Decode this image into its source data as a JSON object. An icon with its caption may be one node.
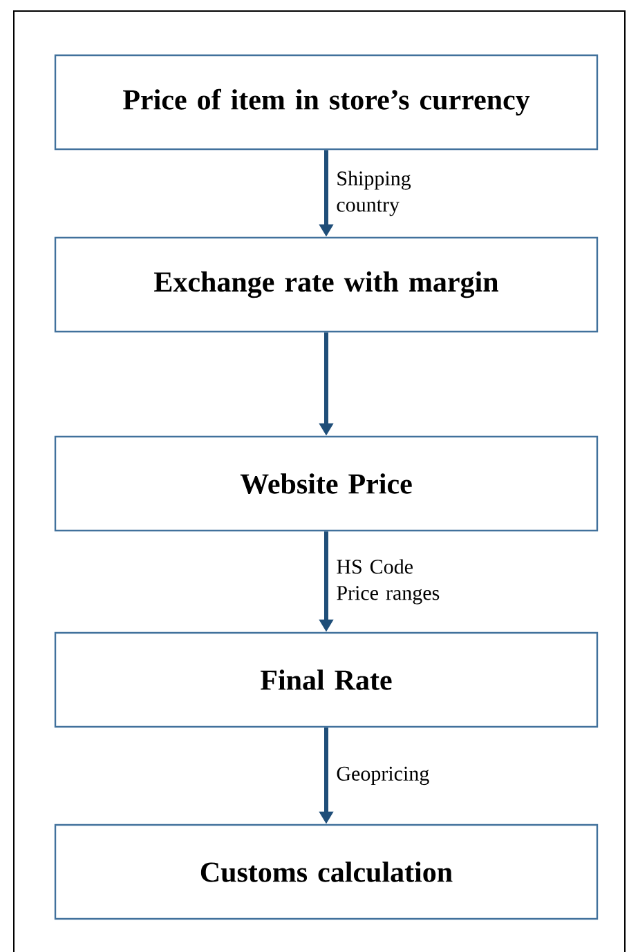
{
  "diagram": {
    "nodes": [
      {
        "text": [
          "Price of item in store’s currency"
        ]
      },
      {
        "text": [
          "Exchange rate with margin"
        ]
      },
      {
        "text": [
          "Website Price"
        ]
      },
      {
        "text": [
          "Final Rate"
        ]
      },
      {
        "text": [
          "Customs calculation"
        ]
      }
    ],
    "edges": [
      {
        "from": 0,
        "to": 1,
        "arrow": "to",
        "label": "Shipping country"
      },
      {
        "from": 1,
        "to": 2,
        "arrow": "to"
      },
      {
        "from": 2,
        "to": 3,
        "arrow": "to",
        "label": "HS Code Price ranges"
      },
      {
        "from": 3,
        "to": 4,
        "arrow": "to",
        "label": "Geopricing"
      }
    ]
  }
}
